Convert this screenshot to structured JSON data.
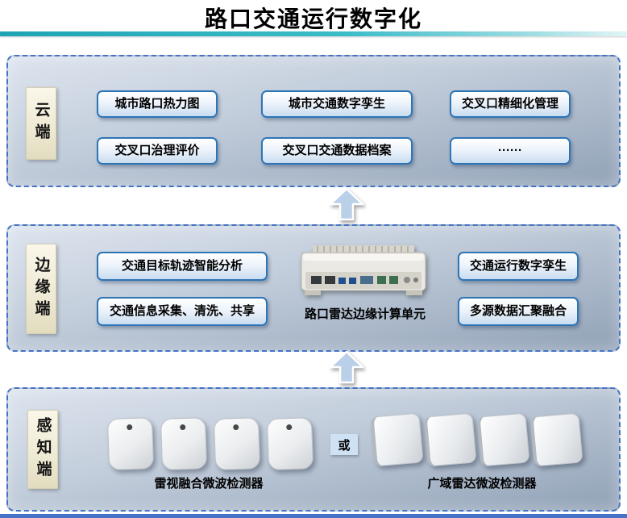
{
  "title": "路口交通运行数字化",
  "cloud": {
    "label": "云端",
    "row1": [
      "城市路口热力图",
      "城市交通数字孪生",
      "交叉口精细化管理"
    ],
    "row2": [
      "交叉口治理评价",
      "交叉口交通数据档案",
      "······"
    ]
  },
  "edge": {
    "label": "边缘端",
    "left": [
      "交通目标轨迹智能分析",
      "交通信息采集、清洗、共享"
    ],
    "device_caption": "路口雷达边缘计算单元",
    "right": [
      "交通运行数字孪生",
      "多源数据汇聚融合"
    ]
  },
  "perception": {
    "label": "感知端",
    "or_label": "或",
    "left_caption": "雷视融合微波检测器",
    "right_caption": "广域雷达微波检测器"
  },
  "colors": {
    "dashed_border": "#4472c4",
    "box_border": "#2e75b6",
    "box_fill_bottom": "#c9dcf0",
    "layer_gradient_top": "#dde4ee",
    "layer_gradient_bottom": "#91a2b7",
    "label_bg": "#f5f1dd",
    "arrow_fill": "#b9d0e8",
    "teal_rule": "#2fb0bf",
    "bottom_bar": "#4472c4"
  }
}
